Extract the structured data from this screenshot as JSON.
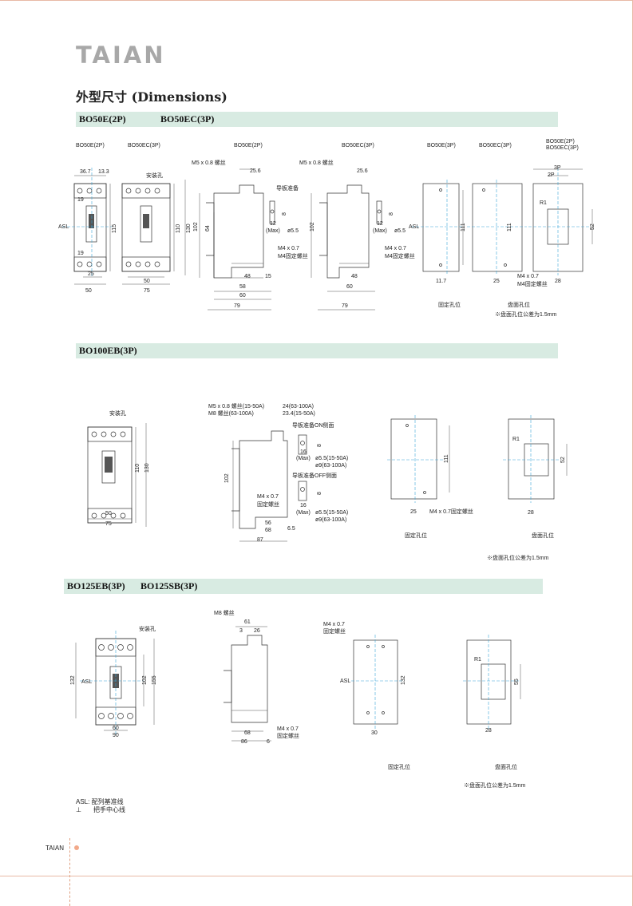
{
  "brand": "TAIAN",
  "title": "外型尺寸 (Dimensions)",
  "section1": {
    "band_a": "BO50E(2P)",
    "band_b": "BO50EC(3P)",
    "labels": {
      "front_2p": "BO50E(2P)",
      "front_3p": "BO50EC(3P)",
      "side_2p": "BO50E(2P)",
      "side_3p": "BO50EC(3P)",
      "mount_2p": "BO50E(3P)",
      "mount_3p": "BO50EC(3P)",
      "panel_1": "BO50E(2P)",
      "panel_2": "BO50EC(3P)",
      "install_hole": "安装孔",
      "screw_m5": "M5 x 0.8 螺丝",
      "rail": "导板准备",
      "m4_a": "M4 x 0.7",
      "m4_b": "M4固定螺丝",
      "fixed_pos": "固定孔位",
      "panel_pos": "盘面孔位",
      "note": "※盘面孔位公差为1.5mm",
      "asl": "ASL"
    },
    "dims": {
      "d367": "36.7",
      "d133": "13.3",
      "d19a": "19",
      "d19b": "19",
      "d115": "115",
      "d25": "25",
      "d50a": "50",
      "d50b": "50",
      "d75": "75",
      "d110": "110",
      "d130": "130",
      "d256": "25.6",
      "d102": "102",
      "d64": "64",
      "d8": "8",
      "d12": "12",
      "max": "(Max)",
      "d55": "ø5.5",
      "d48": "48",
      "d58": "58",
      "d60": "60",
      "d79": "79",
      "d15": "15",
      "d111": "111",
      "d117": "11.7",
      "d25b": "25",
      "d52": "52",
      "d28": "28",
      "r1": "R1",
      "p2": "2P",
      "p3": "3P"
    }
  },
  "section2": {
    "band": "BO100EB(3P)",
    "labels": {
      "install_hole": "安装孔",
      "screw_a": "M5 x 0.8 螺丝(15-50A)",
      "screw_b": "M8 螺丝(63-100A)",
      "w_a": "24(63-100A)",
      "w_b": "23.4(15-50A)",
      "rail_on": "导板准备ON侧面",
      "rail_off": "导板准备OFF侧面",
      "hole_a": "ø5.5(15-50A)",
      "hole_b": "ø9(63-100A)",
      "m4_a": "M4 x 0.7",
      "m4_b": "固定螺丝",
      "m4_fixed": "M4 x 0.7固定螺丝",
      "fixed_pos": "固定孔位",
      "panel_pos": "盘面孔位",
      "note": "※盘面孔位公差为1.5mm"
    },
    "dims": {
      "d110": "110",
      "d130": "130",
      "d50": "50",
      "d75": "75",
      "d102": "102",
      "d16": "16",
      "max": "(Max)",
      "d8": "8",
      "d56": "56",
      "d68": "68",
      "d87": "87",
      "d65": "6.5",
      "d111": "111",
      "d25": "25",
      "d52": "52",
      "d28": "28",
      "r1": "R1"
    }
  },
  "section3": {
    "band_a": "BO125EB(3P)",
    "band_b": "BO125SB(3P)",
    "labels": {
      "install_hole": "安装孔",
      "screw_m8": "M8 螺丝",
      "m4_a": "M4 x 0.7",
      "m4_b": "固定螺丝",
      "fixed_pos": "固定孔位",
      "panel_pos": "盘面孔位",
      "note": "※盘面孔位公差为1.5mm",
      "asl": "ASL"
    },
    "dims": {
      "d132": "132",
      "d102": "102",
      "d155": "155",
      "d60": "60",
      "d90": "90",
      "d61": "61",
      "d3": "3",
      "d26": "26",
      "d68": "68",
      "d86": "86",
      "d6": "6",
      "d30": "30",
      "d55": "55",
      "d28": "28",
      "r1": "R1"
    }
  },
  "legend": {
    "asl": "ASL:  配列基准线",
    "handle": "把手中心线"
  },
  "footer": {
    "brand": "TAIAN"
  }
}
